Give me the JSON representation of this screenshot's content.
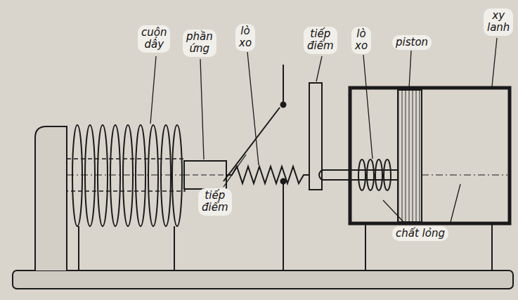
{
  "diagram": {
    "labels": [
      "cuộn dây",
      "phần ứng",
      "lò xo",
      "tiếp điểm",
      "lò xo",
      "piston",
      "xy lanh",
      "tiếp điểm",
      "chất lỏng"
    ]
  }
}
